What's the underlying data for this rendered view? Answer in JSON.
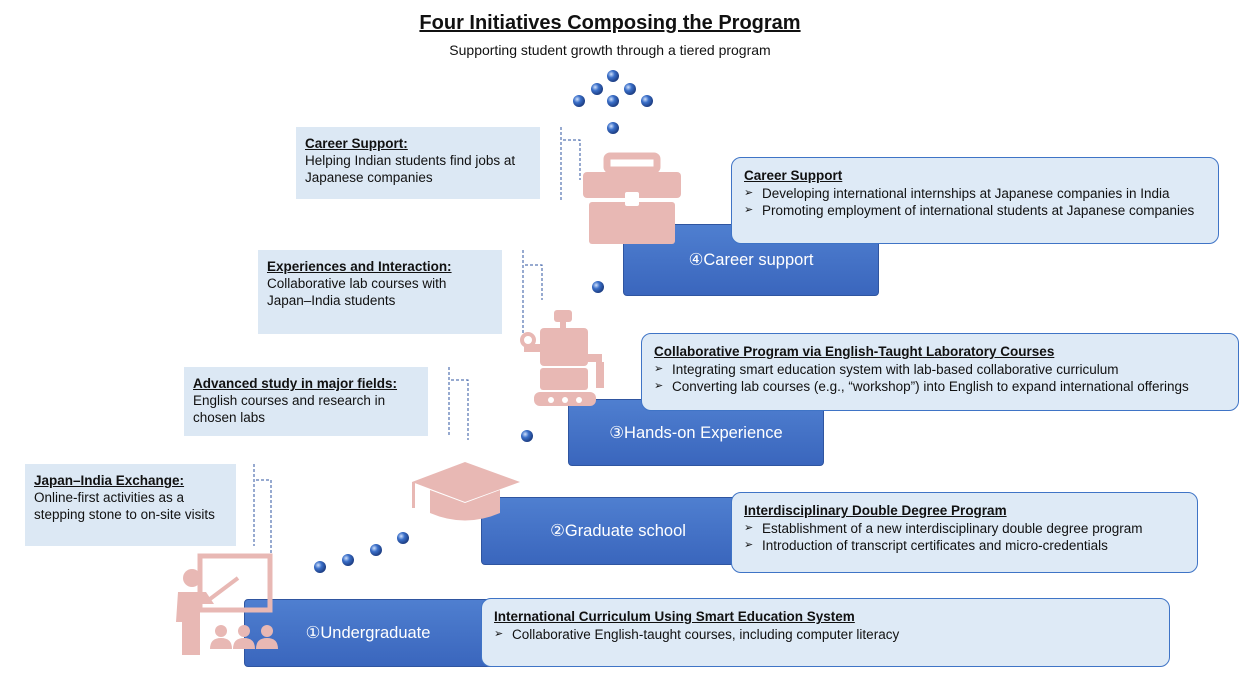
{
  "title": "Four Initiatives Composing the Program",
  "subtitle": "Supporting student growth through a tiered program",
  "left_boxes": [
    {
      "heading": "Career Support:",
      "text": "Helping Indian students find jobs at Japanese companies"
    },
    {
      "heading": "Experiences and Interaction:",
      "text": "Collaborative lab courses with Japan–India students"
    },
    {
      "heading": "Advanced study in major fields:",
      "text": "English courses and research in chosen labs"
    },
    {
      "heading": "Japan–India Exchange:",
      "text": "Online-first activities as a stepping stone to on-site visits"
    }
  ],
  "steps": [
    {
      "label": "④Career support"
    },
    {
      "label": "③Hands-on Experience"
    },
    {
      "label": "②Graduate school"
    },
    {
      "label": "①Undergraduate"
    }
  ],
  "right_boxes": [
    {
      "heading": "Career Support",
      "bullets": [
        "Developing international internships at Japanese companies in India",
        "Promoting employment of international students at Japanese companies"
      ]
    },
    {
      "heading": "Collaborative Program via English-Taught Laboratory Courses",
      "bullets": [
        "Integrating smart education system with lab-based collaborative curriculum",
        "Converting lab courses (e.g., “workshop”) into English to expand international offerings"
      ]
    },
    {
      "heading": "Interdisciplinary Double Degree Program",
      "bullets": [
        "Establishment of a new interdisciplinary double degree program",
        "Introduction of transcript certificates and micro-credentials"
      ]
    },
    {
      "heading": "International Curriculum Using Smart Education System",
      "bullets": [
        "Collaborative English-taught courses, including computer literacy"
      ]
    }
  ],
  "colors": {
    "step_fill": "#4472c4",
    "box_fill": "#deeaf6",
    "box_border": "#3f74c6",
    "left_box_fill": "#dce8f4",
    "icon_fill": "#e8b8b4",
    "dot_fill": "#3a6fc9"
  },
  "icons": [
    "briefcase-icon",
    "robot-icon",
    "graduation-cap-icon",
    "teacher-icon",
    "globe-dot-icon"
  ]
}
